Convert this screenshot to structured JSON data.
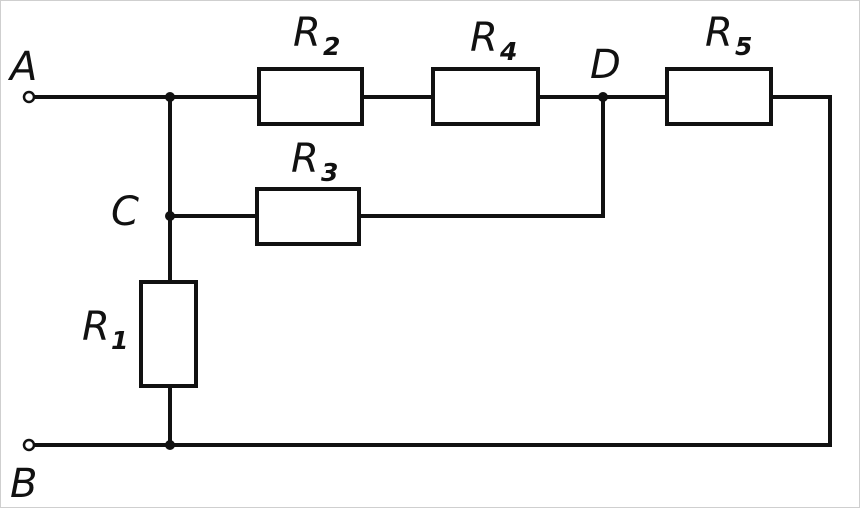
{
  "terminals": {
    "a": "A",
    "b": "B"
  },
  "nodes": {
    "c": "C",
    "d": "D"
  },
  "resistors": [
    {
      "id": "r1",
      "letter": "R",
      "index": "1"
    },
    {
      "id": "r2",
      "letter": "R",
      "index": "2"
    },
    {
      "id": "r3",
      "letter": "R",
      "index": "3"
    },
    {
      "id": "r4",
      "letter": "R",
      "index": "4"
    },
    {
      "id": "r5",
      "letter": "R",
      "index": "5"
    }
  ]
}
